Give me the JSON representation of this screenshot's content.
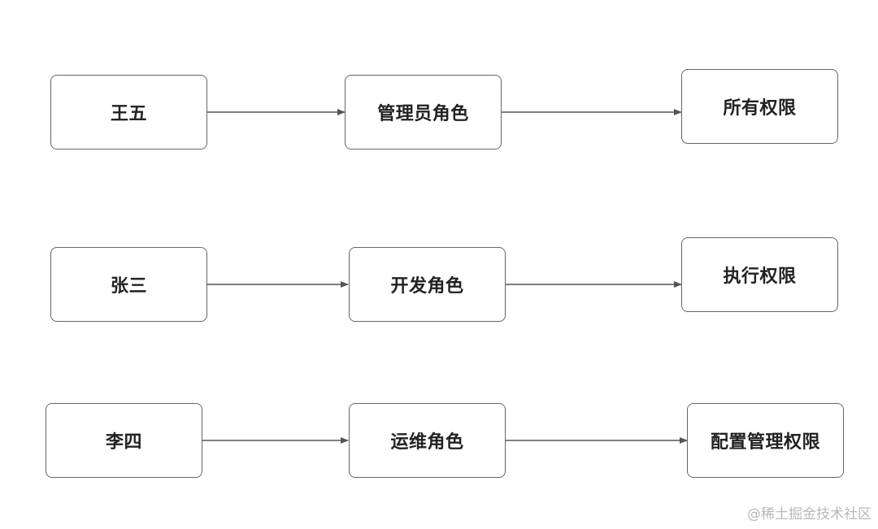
{
  "colors": {
    "border": "#666666",
    "arrow": "#555555",
    "text": "#222222",
    "watermark": "#b8b8b8"
  },
  "rows": [
    {
      "user": "王五",
      "role": "管理员角色",
      "permission": "所有权限"
    },
    {
      "user": "张三",
      "role": "开发角色",
      "permission": "执行权限"
    },
    {
      "user": "李四",
      "role": "运维角色",
      "permission": "配置管理权限"
    }
  ],
  "watermark": "@稀土掘金技术社区"
}
